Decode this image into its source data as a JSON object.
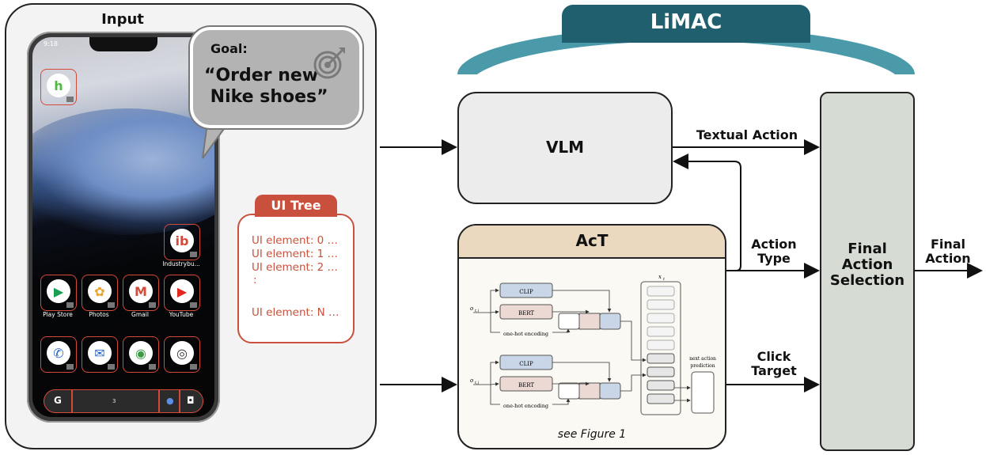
{
  "input": {
    "title": "Input"
  },
  "phone": {
    "status_time": "9:18",
    "apps": [
      {
        "label": "",
        "name": "houzz-app-icon",
        "glyph": "h",
        "color": "#4dbb3f"
      },
      {
        "label": "Industrybu...",
        "name": "industrybuying-app-icon",
        "glyph": "ib",
        "color": "#d44a3a"
      },
      {
        "label": "Play Store",
        "name": "play-store-icon",
        "glyph": "▶",
        "color": "#1a9e54"
      },
      {
        "label": "Photos",
        "name": "photos-icon",
        "glyph": "✿",
        "color": "#e8a12b"
      },
      {
        "label": "Gmail",
        "name": "gmail-icon",
        "glyph": "M",
        "color": "#d44a3a"
      },
      {
        "label": "YouTube",
        "name": "youtube-icon",
        "glyph": "▶",
        "color": "#e0281e"
      },
      {
        "label": "",
        "name": "phone-app-icon",
        "glyph": "✆",
        "color": "#2a63c9"
      },
      {
        "label": "",
        "name": "messages-app-icon",
        "glyph": "✉",
        "color": "#2a63c9"
      },
      {
        "label": "",
        "name": "chrome-app-icon",
        "glyph": "◉",
        "color": "#3c9a43"
      },
      {
        "label": "",
        "name": "camera-app-icon",
        "glyph": "◎",
        "color": "#333333"
      }
    ],
    "search_segment": "3"
  },
  "goal": {
    "label": "Goal:",
    "text": "“Order new\n Nike shoes”"
  },
  "ui_tree": {
    "title": "UI Tree",
    "lines": [
      "UI element: 0 …",
      "UI element: 1 …",
      "UI element: 2 …",
      ":",
      "UI element: N …"
    ]
  },
  "limac": {
    "title": "LiMAC"
  },
  "vlm": {
    "label": "VLM"
  },
  "act": {
    "label": "AcT",
    "caption": "see Figure 1",
    "inner": {
      "clip": "CLIP",
      "bert": "BERT",
      "onehot": "one-hot encoding",
      "o_top": "o",
      "o_top_sub": "t,i",
      "o_bot": "o",
      "o_bot_sub": "t,j",
      "x_label": "x",
      "x_sub": "t",
      "next_action": "next action\nprediction"
    }
  },
  "edges": {
    "textual_action": "Textual Action",
    "action_type": "Action\nType",
    "click_target": "Click\nTarget",
    "final_action": "Final\nAction"
  },
  "final": {
    "label": "Final\nAction\nSelection"
  },
  "colors": {
    "tree_red": "#c9503c",
    "limac_dark": "#1f5f6e",
    "limac_light": "#4a9aaa",
    "act_head": "#ead9bf",
    "final_bg": "#d6dcd3"
  }
}
